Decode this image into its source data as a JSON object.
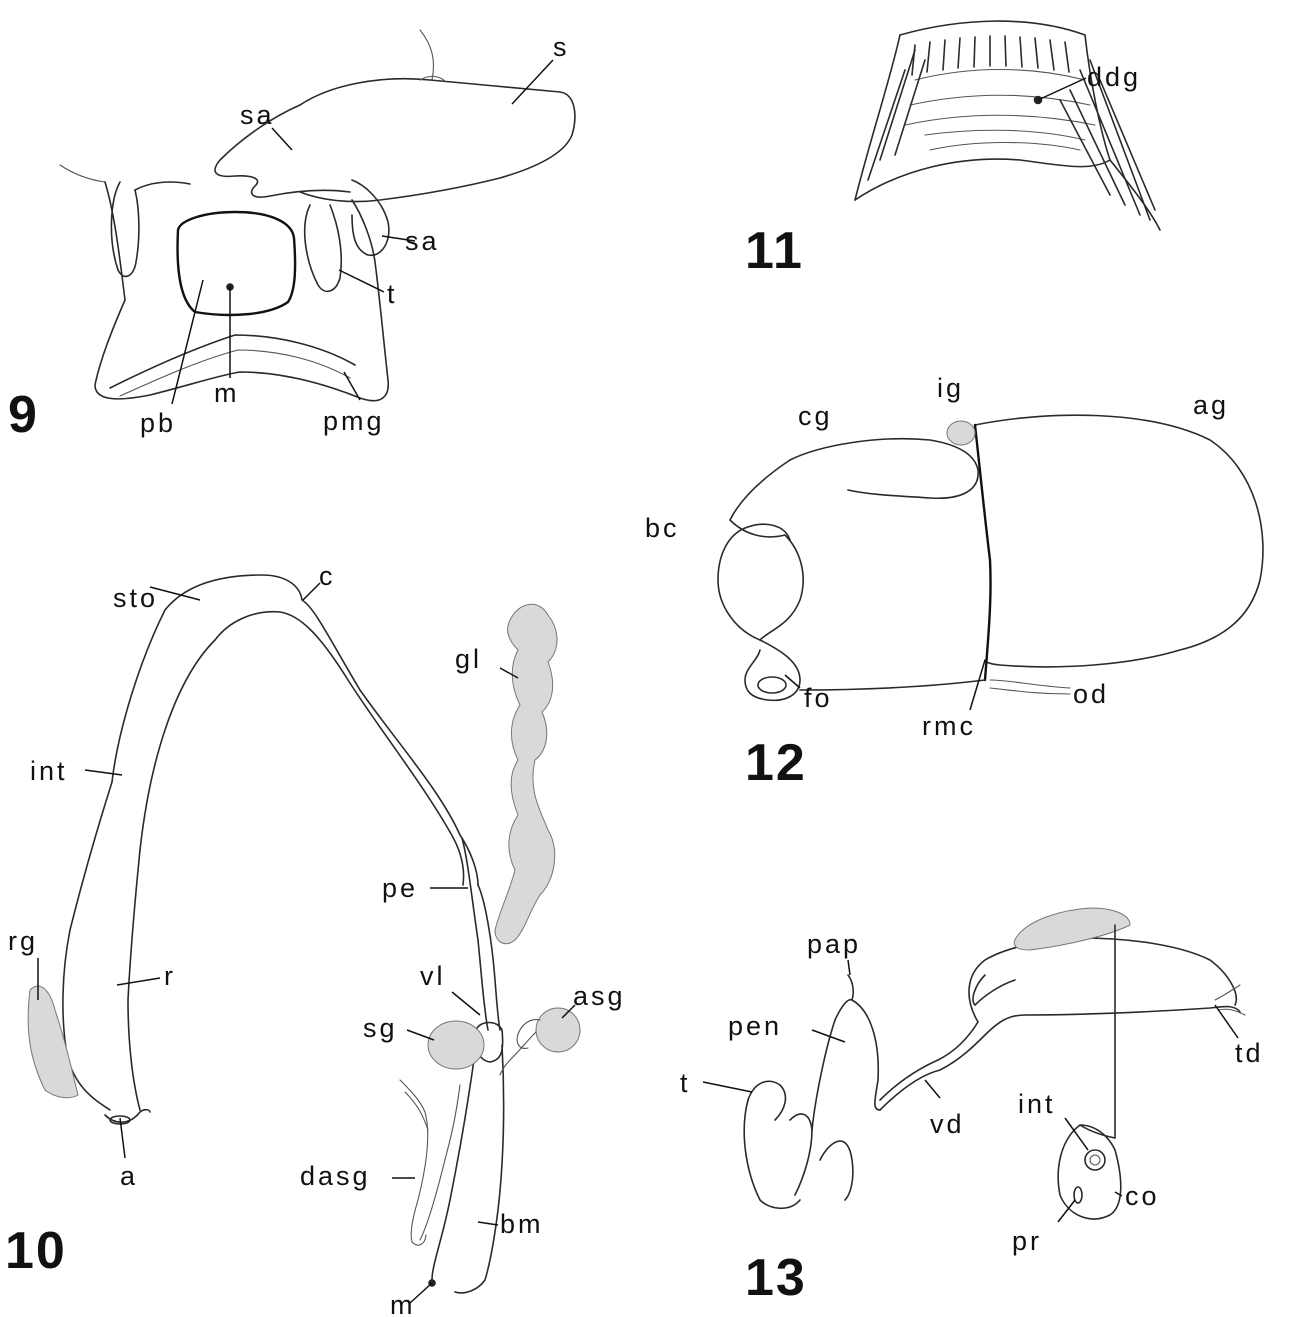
{
  "figures": {
    "fig9": {
      "number": "9",
      "labels": {
        "s": "s",
        "sa_top": "sa",
        "sa_right": "sa",
        "t": "t",
        "pb": "pb",
        "m": "m",
        "pmg": "pmg"
      }
    },
    "fig10": {
      "number": "10",
      "labels": {
        "sto": "sto",
        "c": "c",
        "gl": "gl",
        "int": "int",
        "pe": "pe",
        "rg": "rg",
        "r": "r",
        "vl": "vl",
        "asg": "asg",
        "sg": "sg",
        "a": "a",
        "dasg": "dasg",
        "bm": "bm",
        "m": "m"
      }
    },
    "fig11": {
      "number": "11",
      "labels": {
        "ddg": "ddg"
      }
    },
    "fig12": {
      "number": "12",
      "labels": {
        "ig": "ig",
        "ag": "ag",
        "cg": "cg",
        "bc": "bc",
        "fo": "fo",
        "od": "od",
        "rmc": "rmc"
      }
    },
    "fig13": {
      "number": "13",
      "labels": {
        "pap": "pap",
        "pen": "pen",
        "td": "td",
        "t": "t",
        "int": "int",
        "vd": "vd",
        "co": "co",
        "pr": "pr"
      }
    }
  }
}
